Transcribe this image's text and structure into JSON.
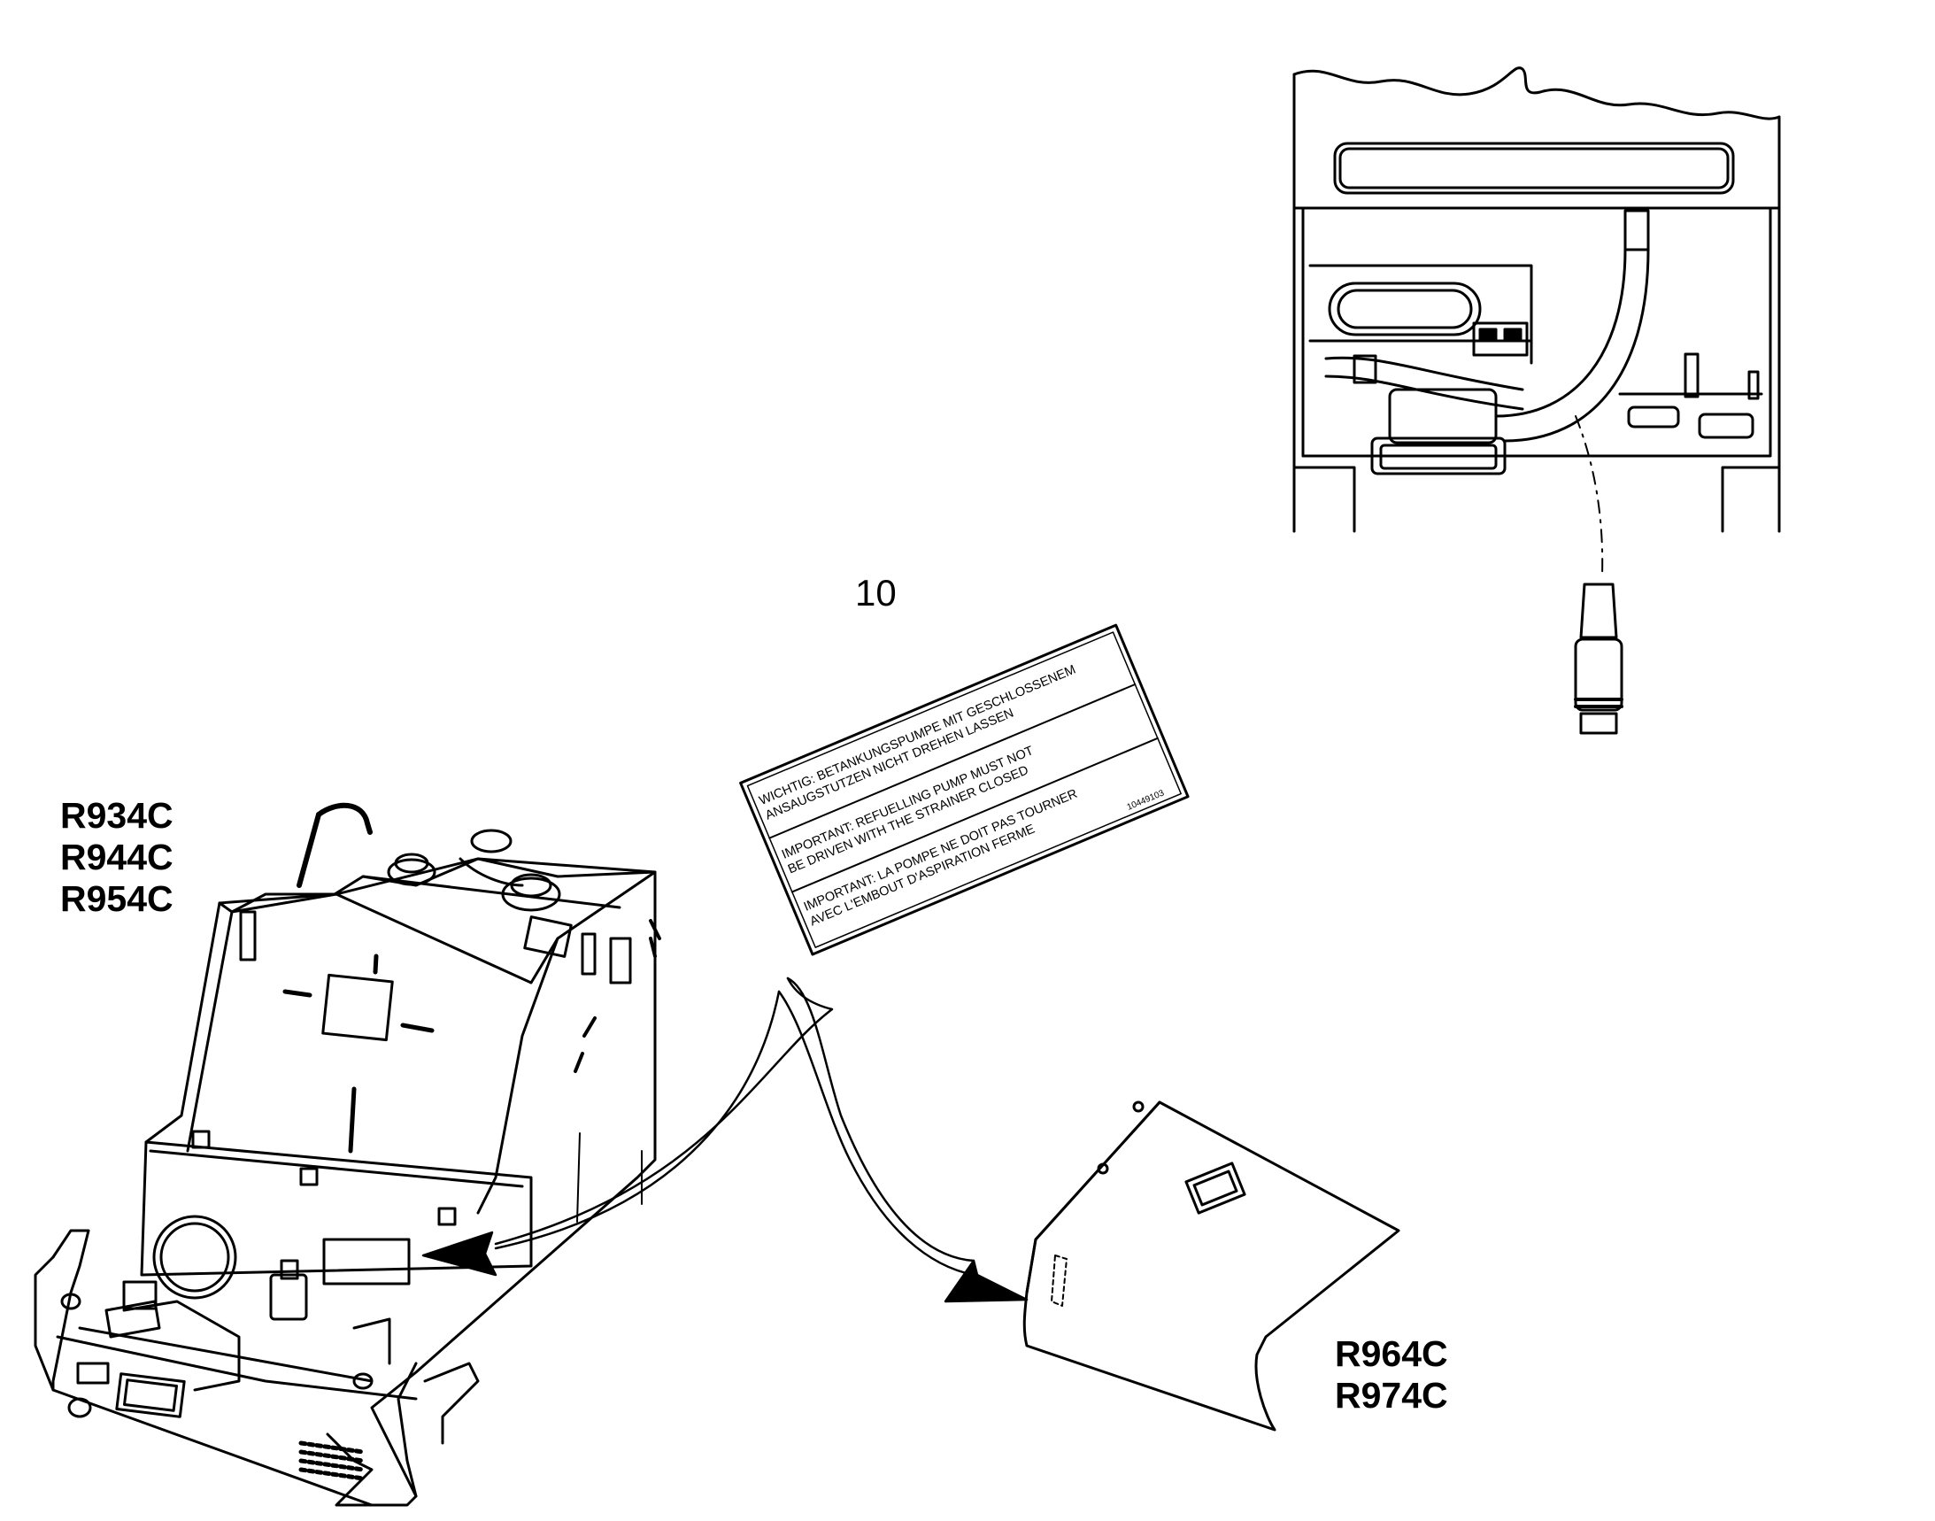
{
  "callout_number": "10",
  "models_left": [
    "R934C",
    "R944C",
    "R954C"
  ],
  "models_right": [
    "R964C",
    "R974C"
  ],
  "decal": {
    "lines": [
      "WICHTIG: BETANKUNGSPUMPE MIT GESCHLOSSENEM",
      "ANSAUGSTUTZEN NICHT DREHEN LASSEN",
      "IMPORTANT: REFUELLING PUMP MUST NOT",
      "BE DRIVEN WITH THE STRAINER CLOSED",
      "IMPORTANT: LA POMPE NE DOIT PAS TOURNER",
      "AVEC L'EMBOUT D'ASPIRATION FERME"
    ],
    "part_number": "10449103"
  }
}
